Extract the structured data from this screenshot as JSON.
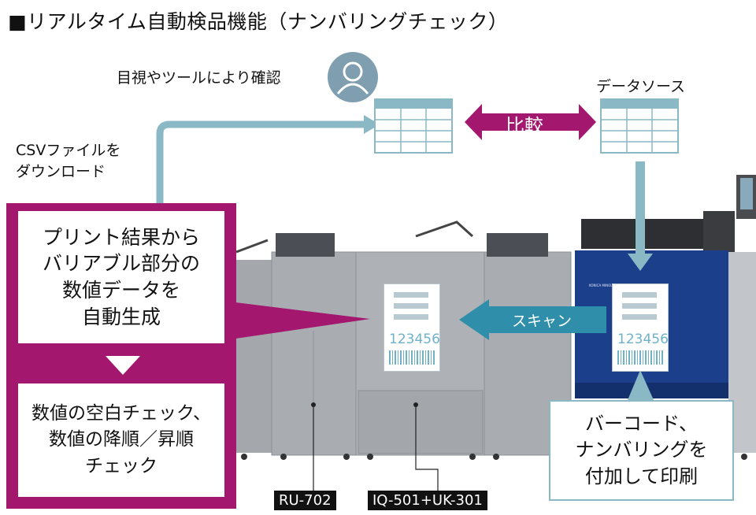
{
  "title": "■リアルタイム自動検品機能（ナンバリングチェック）",
  "labels": {
    "visual_check": "目視やツールにより確認",
    "data_source": "データソース",
    "compare": "比較",
    "csv_download": "CSVファイルを\nダウンロード",
    "scan": "スキャン"
  },
  "boxes": {
    "auto_generate": "プリント結果から\nバリアブル部分の\n数値データを\n自動生成",
    "checks": "数値の空白チェック、\n数値の降順／昇順\nチェック",
    "print": "バーコード、\nナンバリングを\n付加して印刷"
  },
  "documents": {
    "left_number": "123456",
    "right_number": "123456"
  },
  "device_tags": {
    "ru": "RU-702",
    "iq": "IQ-501+UK-301"
  },
  "brand_text": "KONICA MINOLTA",
  "colors": {
    "magenta": "#a3176f",
    "light_blue": "#8ab9c5",
    "teal": "#2f8eaa",
    "avatar": "#7f9eb0",
    "press_blue": "#1c3f8c",
    "machine_gray": "#a9adb2"
  },
  "icons": [
    "user-icon",
    "spreadsheet-icon",
    "double-arrow-icon",
    "down-triangle-icon"
  ]
}
